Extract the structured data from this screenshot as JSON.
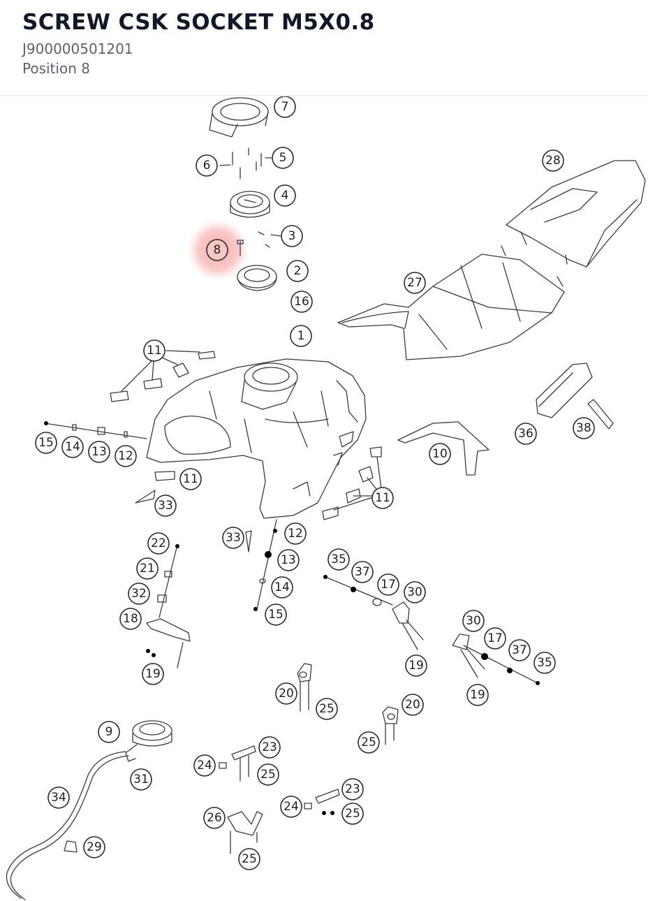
{
  "header": {
    "title": "SCREW CSK SOCKET M5X0.8",
    "part_number": "J900000501201",
    "position": "Position 8"
  },
  "highlight": {
    "callout": "8",
    "color": "#f08080"
  },
  "callouts": [
    {
      "id": "c7",
      "label": "7"
    },
    {
      "id": "c6",
      "label": "6"
    },
    {
      "id": "c5",
      "label": "5"
    },
    {
      "id": "c4",
      "label": "4"
    },
    {
      "id": "c3",
      "label": "3"
    },
    {
      "id": "c8",
      "label": "8"
    },
    {
      "id": "c2",
      "label": "2"
    },
    {
      "id": "c16",
      "label": "16"
    },
    {
      "id": "c1",
      "label": "1"
    },
    {
      "id": "c28",
      "label": "28"
    },
    {
      "id": "c27",
      "label": "27"
    },
    {
      "id": "c11a",
      "label": "11"
    },
    {
      "id": "c15a",
      "label": "15"
    },
    {
      "id": "c14a",
      "label": "14"
    },
    {
      "id": "c13a",
      "label": "13"
    },
    {
      "id": "c12a",
      "label": "12"
    },
    {
      "id": "c11b",
      "label": "11"
    },
    {
      "id": "c33a",
      "label": "33"
    },
    {
      "id": "c10",
      "label": "10"
    },
    {
      "id": "c36",
      "label": "36"
    },
    {
      "id": "c38",
      "label": "38"
    },
    {
      "id": "c11c",
      "label": "11"
    },
    {
      "id": "c22",
      "label": "22"
    },
    {
      "id": "c21",
      "label": "21"
    },
    {
      "id": "c32",
      "label": "32"
    },
    {
      "id": "c18",
      "label": "18"
    },
    {
      "id": "c19a",
      "label": "19"
    },
    {
      "id": "c33b",
      "label": "33"
    },
    {
      "id": "c12b",
      "label": "12"
    },
    {
      "id": "c13b",
      "label": "13"
    },
    {
      "id": "c14b",
      "label": "14"
    },
    {
      "id": "c15b",
      "label": "15"
    },
    {
      "id": "c35a",
      "label": "35"
    },
    {
      "id": "c37a",
      "label": "37"
    },
    {
      "id": "c17a",
      "label": "17"
    },
    {
      "id": "c30a",
      "label": "30"
    },
    {
      "id": "c19b",
      "label": "19"
    },
    {
      "id": "c30b",
      "label": "30"
    },
    {
      "id": "c17b",
      "label": "17"
    },
    {
      "id": "c37b",
      "label": "37"
    },
    {
      "id": "c35b",
      "label": "35"
    },
    {
      "id": "c19c",
      "label": "19"
    },
    {
      "id": "c20a",
      "label": "20"
    },
    {
      "id": "c25a",
      "label": "25"
    },
    {
      "id": "c20b",
      "label": "20"
    },
    {
      "id": "c25b",
      "label": "25"
    },
    {
      "id": "c9",
      "label": "9"
    },
    {
      "id": "c31",
      "label": "31"
    },
    {
      "id": "c34",
      "label": "34"
    },
    {
      "id": "c23a",
      "label": "23"
    },
    {
      "id": "c24a",
      "label": "24"
    },
    {
      "id": "c25c",
      "label": "25"
    },
    {
      "id": "c23b",
      "label": "23"
    },
    {
      "id": "c24b",
      "label": "24"
    },
    {
      "id": "c25d",
      "label": "25"
    },
    {
      "id": "c26",
      "label": "26"
    },
    {
      "id": "c29",
      "label": "29"
    },
    {
      "id": "c25e",
      "label": "25"
    }
  ]
}
